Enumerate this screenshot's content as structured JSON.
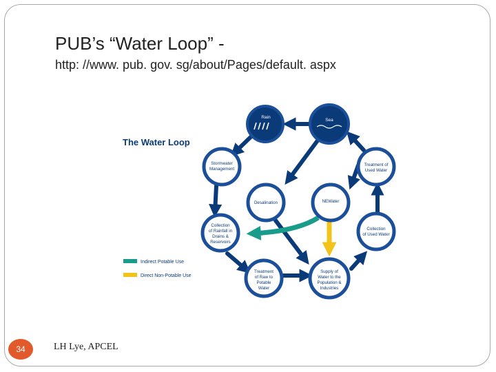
{
  "slide": {
    "title": "PUB’s “Water Loop” -",
    "url": "http: //www. pub. gov. sg/about/Pages/default. aspx",
    "page_number": "34",
    "footer": "LH Lye, APCEL"
  },
  "diagram": {
    "title": "The Water Loop",
    "nodes": {
      "rain": "Rain",
      "sea": "Sea",
      "stormwater": [
        "Stormwater",
        "Management"
      ],
      "treatment_used": [
        "Treatment of",
        "Used Water"
      ],
      "desalination": "Desalination",
      "newater": "NEWater",
      "collection_rainfall": [
        "Collection",
        "of Rainfall in",
        "Drains &",
        "Reservoirs"
      ],
      "collection_used": [
        "Collection",
        "of Used Water"
      ],
      "treatment_raw": [
        "Treatment",
        "of Raw to",
        "Potable",
        "Water"
      ],
      "supply": [
        "Supply of",
        "Water to the",
        "Population &",
        "Industries"
      ]
    },
    "legend": [
      {
        "label": "Indirect Potable Use",
        "color": "#1a9c8c"
      },
      {
        "label": "Direct Non-Potable Use",
        "color": "#f2c318"
      }
    ],
    "colors": {
      "node_dark": "#0b3a78",
      "ring": "#1b4f99",
      "arrow": "#0b3a78"
    }
  }
}
